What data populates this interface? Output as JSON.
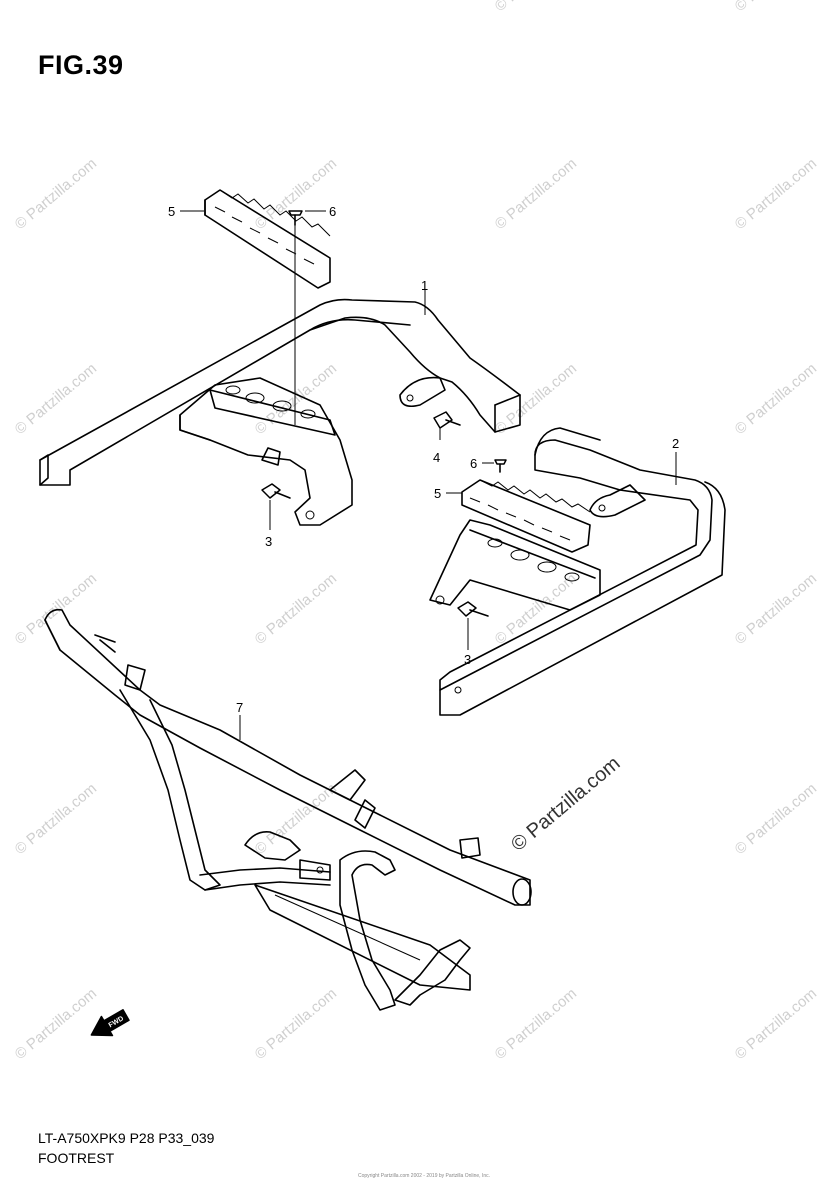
{
  "figure": {
    "title": "FIG.39",
    "model_code": "LT-A750XPK9 P28 P33_039",
    "section_name": "FOOTREST",
    "copyright": "Copyright Partzilla.com 2002 - 2019 by Partzilla Online, Inc."
  },
  "callouts": [
    "1",
    "2",
    "3",
    "3",
    "4",
    "5",
    "5",
    "6",
    "6",
    "7"
  ],
  "watermark": {
    "text": "© Partzilla.com",
    "large_text": "© Partzilla.com"
  },
  "fwd_arrow": {
    "label": "FWD",
    "icon": "fwd-arrow-icon"
  }
}
